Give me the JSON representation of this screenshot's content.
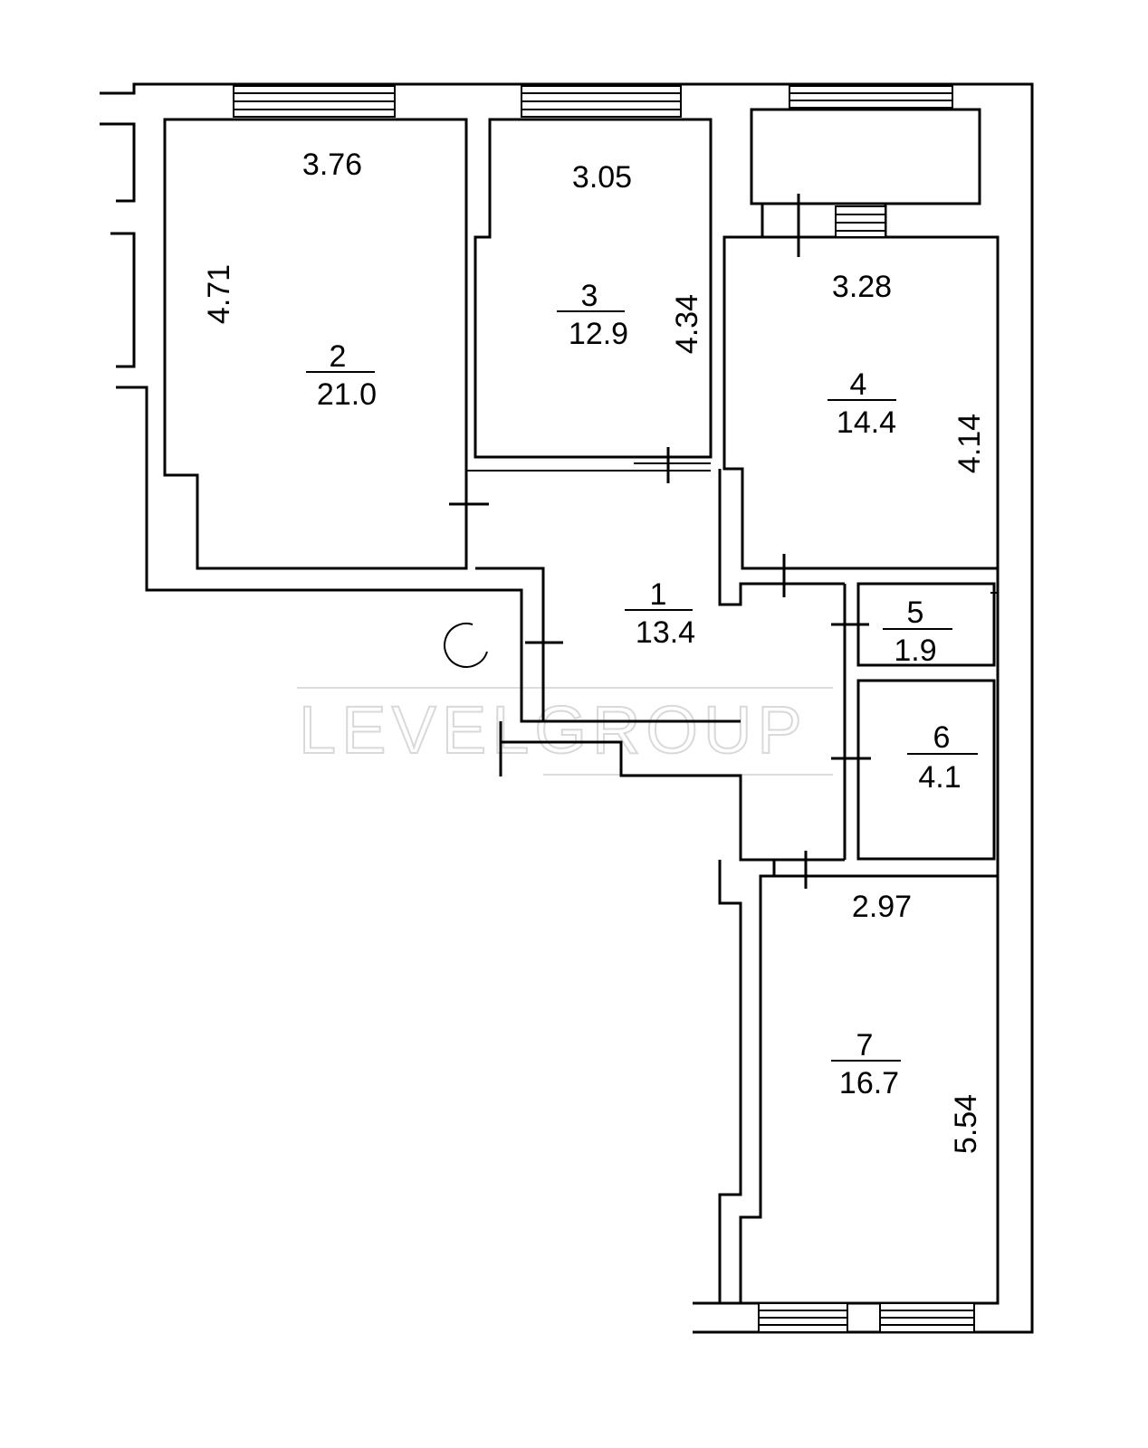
{
  "watermark": "LEVELGROUP",
  "rooms": [
    {
      "number": "1",
      "area": "13.4"
    },
    {
      "number": "2",
      "area": "21.0",
      "width": "3.76",
      "length": "4.71"
    },
    {
      "number": "3",
      "area": "12.9",
      "width": "3.05",
      "length": "4.34"
    },
    {
      "number": "4",
      "area": "14.4",
      "width": "3.28",
      "length": "4.14"
    },
    {
      "number": "5",
      "area": "1.9"
    },
    {
      "number": "6",
      "area": "4.1"
    },
    {
      "number": "7",
      "area": "16.7",
      "width": "2.97",
      "length": "5.54"
    }
  ]
}
